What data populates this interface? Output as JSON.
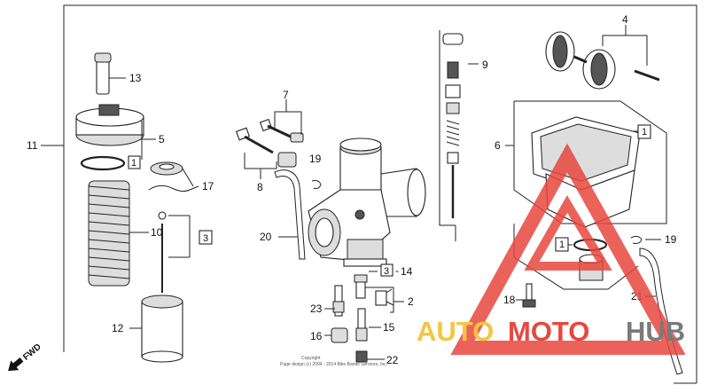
{
  "callouts": {
    "c1": "1",
    "c2": "2",
    "c3": "3",
    "c4": "4",
    "c5": "5",
    "c6": "6",
    "c7": "7",
    "c8": "8",
    "c9": "9",
    "c10": "10",
    "c11": "11",
    "c12": "12",
    "c13": "13",
    "c14": "14",
    "c15": "15",
    "c16": "16",
    "c17": "17",
    "c18": "18",
    "c19": "19",
    "c20": "20",
    "c21": "21",
    "c22": "22",
    "c23": "23"
  },
  "boxed_labels": {
    "b1_left": "1",
    "b3": "3",
    "b1_bowl": "1",
    "b1_lower": "1",
    "b3_14": "3"
  },
  "copyright": {
    "line1": "Copyright",
    "line2": "Page design (c) 2004 - 2014 Bike Bandit Services, Inc."
  },
  "direction": {
    "fwd": "FWD"
  },
  "watermark": {
    "part1": "AUTO",
    "part2": "MOTO",
    "part3": "HUB",
    "colors": {
      "auto": "#f5c542",
      "moto": "#e8473e",
      "hub": "#7a7a7a"
    }
  }
}
